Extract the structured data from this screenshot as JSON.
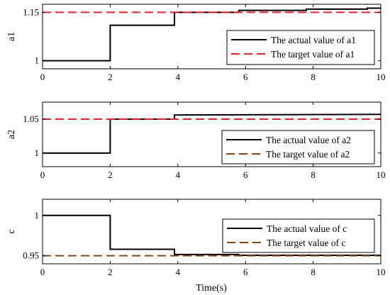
{
  "xlabel": "Time(s)",
  "chart_data": [
    {
      "type": "line",
      "ylabel": "a1",
      "xlim": [
        0,
        10
      ],
      "ylim": [
        0.975,
        1.175
      ],
      "xticks": [
        "0",
        "2",
        "4",
        "6",
        "8",
        "10"
      ],
      "yticks": [
        {
          "value": 1,
          "label": "1"
        },
        {
          "value": 1.15,
          "label": "1.15"
        }
      ],
      "grid": false,
      "legend_position": "right",
      "series": [
        {
          "name": "The actual value of a1",
          "color": "#000000",
          "style": "solid",
          "step": true,
          "x": [
            0,
            2,
            2,
            3.9,
            3.9,
            5.8,
            5.8,
            7.8,
            7.8,
            9.6,
            9.6,
            10
          ],
          "y": [
            1.0,
            1.0,
            1.11,
            1.11,
            1.15,
            1.15,
            1.156,
            1.156,
            1.16,
            1.16,
            1.163,
            1.163
          ]
        },
        {
          "name": "The target value of a1",
          "color": "#e8202a",
          "style": "dashed",
          "x": [
            0,
            10
          ],
          "y": [
            1.15,
            1.15
          ]
        }
      ]
    },
    {
      "type": "line",
      "ylabel": "a2",
      "xlim": [
        0,
        10
      ],
      "ylim": [
        0.98,
        1.075
      ],
      "xticks": [
        "0",
        "2",
        "4",
        "6",
        "8",
        "10"
      ],
      "yticks": [
        {
          "value": 1,
          "label": "1"
        },
        {
          "value": 1.05,
          "label": "1.05"
        }
      ],
      "grid": false,
      "legend_position": "right",
      "series": [
        {
          "name": "The actual value of  a2",
          "color": "#000000",
          "style": "solid",
          "step": true,
          "x": [
            0,
            2,
            2,
            3.9,
            3.9,
            10
          ],
          "y": [
            1.0,
            1.0,
            1.05,
            1.05,
            1.056,
            1.057
          ]
        },
        {
          "name": "The target value of  a2",
          "color": "#e8202a",
          "legend_color": "#8b4513",
          "style": "dashed",
          "x": [
            0,
            10
          ],
          "y": [
            1.05,
            1.05
          ]
        }
      ]
    },
    {
      "type": "line",
      "ylabel": "c",
      "xlim": [
        0,
        10
      ],
      "ylim": [
        0.94,
        1.02
      ],
      "xticks": [
        "0",
        "2",
        "4",
        "6",
        "8",
        "10"
      ],
      "yticks": [
        {
          "value": 1,
          "label": "1"
        },
        {
          "value": 0.95,
          "label": "0.95"
        }
      ],
      "grid": false,
      "legend_position": "right",
      "series": [
        {
          "name": "The actual value of  c",
          "color": "#000000",
          "style": "solid",
          "step": true,
          "x": [
            0,
            2,
            2,
            3.9,
            3.9,
            5.8,
            5.8,
            10
          ],
          "y": [
            1.0,
            1.0,
            0.958,
            0.958,
            0.9515,
            0.9515,
            0.9505,
            0.9505
          ]
        },
        {
          "name": "The target value of  c",
          "color": "#8b4513",
          "style": "dashed",
          "x": [
            0,
            10
          ],
          "y": [
            0.95,
            0.95
          ]
        }
      ]
    }
  ]
}
